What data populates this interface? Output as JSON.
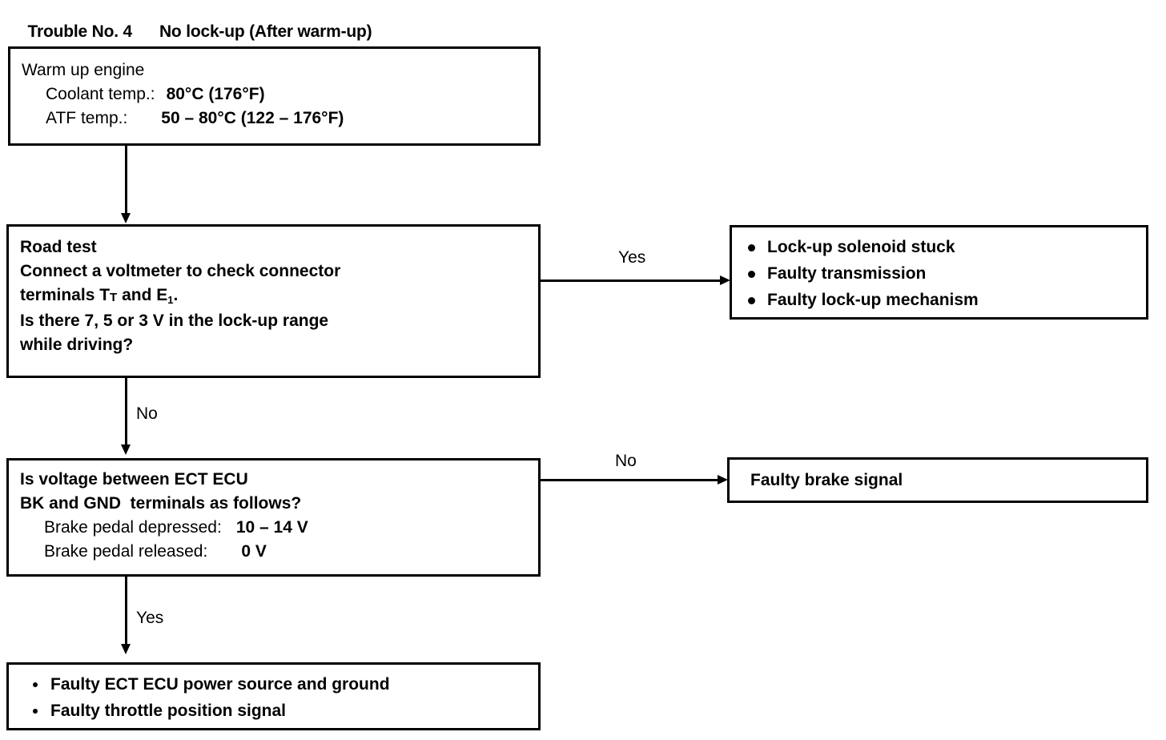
{
  "title": {
    "trouble_no": "Trouble No. 4",
    "description": "No lock-up (After warm-up)"
  },
  "boxes": {
    "warm_up": {
      "name": "warm-up-engine",
      "lines": [
        "Warm up engine",
        "Coolant temp.:  80°C (176°F)",
        "ATF temp.:      50 – 80°C (122 – 176°F)"
      ],
      "heading": "Warm up engine",
      "coolant_label": "Coolant temp.:",
      "coolant_value": "80°C (176°F)",
      "atf_label": "ATF temp.:",
      "atf_value": "50 – 80°C (122 – 176°F)"
    },
    "road_test": {
      "name": "road-test-decision",
      "heading": "Road test",
      "line2": "Connect a voltmeter to check connector",
      "line3_prefix": "terminals T",
      "line3_sub1": "T",
      "line3_mid": " and E",
      "line3_sub2": "1",
      "line3_suffix": ".",
      "line4": "Is there 7, 5 or 3 V in the lock-up range",
      "line5": "while driving?"
    },
    "lockup_causes": {
      "name": "lockup-causes",
      "items": [
        "Lock-up solenoid stuck",
        "Faulty transmission",
        "Faulty lock-up mechanism"
      ]
    },
    "ect_ecu": {
      "name": "ect-ecu-voltage-decision",
      "line1": "Is voltage between ECT ECU",
      "line2": "BK and GND  terminals as follows?",
      "depressed_label": "Brake pedal depressed:",
      "depressed_value": "10 – 14 V",
      "released_label": "Brake pedal released:",
      "released_value": "0 V"
    },
    "brake_signal": {
      "name": "faulty-brake-signal",
      "text": "Faulty brake signal"
    },
    "ecu_causes": {
      "name": "ecu-causes",
      "items": [
        "Faulty ECT ECU power source and ground",
        "Faulty throttle position signal"
      ]
    }
  },
  "edge_labels": {
    "road_test_yes": "Yes",
    "road_test_no": "No",
    "ect_no": "No",
    "ect_yes": "Yes"
  },
  "colors": {
    "ink": "#000000",
    "paper": "#ffffff"
  }
}
